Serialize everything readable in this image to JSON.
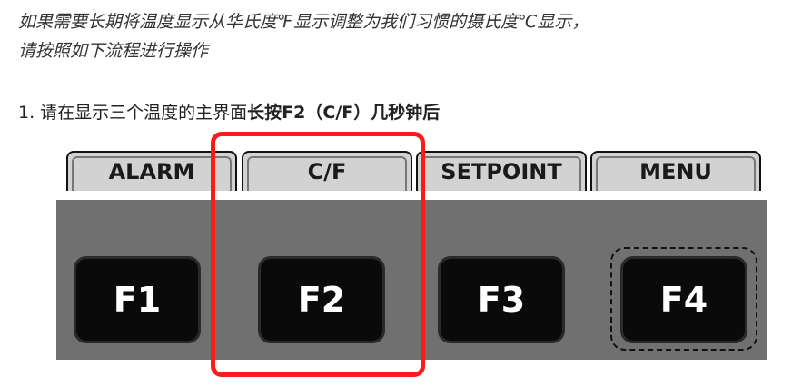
{
  "intro": {
    "line1": "如果需要长期将温度显示从华氏度℉显示调整为我们习惯的摄氏度℃显示，",
    "line2": "请按照如下流程进行操作"
  },
  "step1": {
    "prefix": "1. 请在显示三个温度的主界面",
    "bold": "长按F2（C/F）几秒钟后"
  },
  "tabs": {
    "alarm": "ALARM",
    "cf": "C/F",
    "setpoint": "SETPOINT",
    "menu": "MENU"
  },
  "keys": {
    "f1": "F1",
    "f2": "F2",
    "f3": "F3",
    "f4": "F4"
  },
  "colors": {
    "highlight": "#ff1a1a",
    "panel": "#707070",
    "tab": "#d2d2d2",
    "key": "#0a0a0a"
  }
}
